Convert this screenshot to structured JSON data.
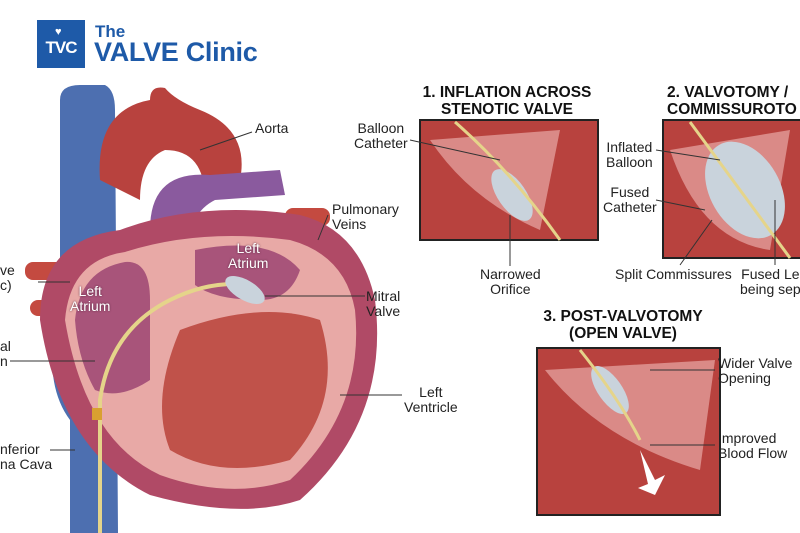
{
  "logo": {
    "mark": "TVC",
    "line1": "The",
    "line2": "VALVE Clinic",
    "color": "#1e5aa8"
  },
  "main_diagram": {
    "labels": {
      "aorta": "Aorta",
      "pulmonary_veins": [
        "Pulmonary",
        "Veins"
      ],
      "left_atrium_inner": [
        "Left",
        "Atrium"
      ],
      "left_atrium_outer": [
        "Left",
        "Atrium"
      ],
      "mitral_valve": [
        "Mitral",
        "Valve"
      ],
      "left_ventricle": [
        "Left",
        "Ventricle"
      ],
      "cut_label_1": [
        "ve",
        "c)"
      ],
      "cut_label_2": [
        "al",
        "n"
      ],
      "inferior_vena_cava": [
        "nferior",
        "na Cava"
      ]
    }
  },
  "panels": [
    {
      "title": [
        "1. INFLATION ACROSS",
        "STENOTIC VALVE"
      ],
      "labels": {
        "balloon_catheter": [
          "Balloon",
          "Catheter"
        ],
        "narrowed_orifice": [
          "Narrowed",
          "Orifice"
        ]
      }
    },
    {
      "title": [
        "2. VALVOTOMY /",
        "COMMISSUROTO"
      ],
      "labels": {
        "inflated_balloon": [
          "Inflated",
          "Balloon"
        ],
        "fused_catheter": [
          "Fused",
          "Catheter"
        ],
        "split_commissures": "Split Commissures",
        "fused_leaflets": [
          "Fused Le",
          "being sep"
        ]
      }
    },
    {
      "title": [
        "3. POST-VALVOTOMY",
        "(OPEN VALVE)"
      ],
      "labels": {
        "wider_valve_opening": [
          "Wider Valve",
          "Opening"
        ],
        "improved_blood_flow": [
          "Improved",
          "Blood Flow"
        ]
      }
    }
  ],
  "colors": {
    "muscle": "#b8423e",
    "vein": "#4d6fb0",
    "pulmonary_artery": "#8a5a9e",
    "tissue_pink": "#e8a9a6",
    "balloon": "#c9d3dc",
    "catheter": "#e5d48a"
  }
}
